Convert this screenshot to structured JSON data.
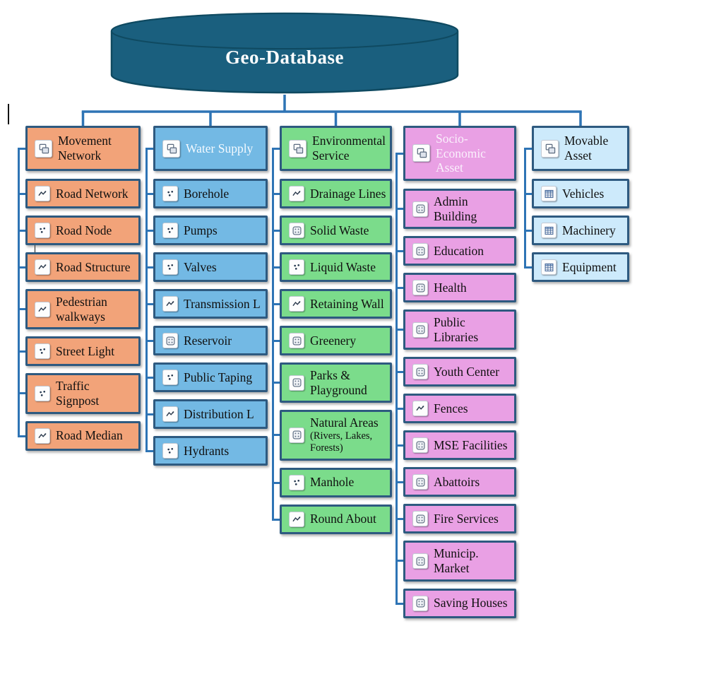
{
  "title": "Geo-Database",
  "colors": {
    "cylinder_fill": "#1A5F7E",
    "cylinder_stroke": "#0F4A61",
    "connector": "#2E74B5",
    "box_border": "#2E5A80"
  },
  "columns": [
    {
      "name": "Movement Network",
      "fill": "#F2A379",
      "header": {
        "label": "Movement Network",
        "icon": "layers-icon",
        "text_color": "#101010"
      },
      "items": [
        {
          "label": "Road Network",
          "icon": "line-icon"
        },
        {
          "label": "Road Node",
          "icon": "point-icon"
        },
        {
          "label": "Road Structure",
          "icon": "line-icon"
        },
        {
          "label": "Pedestrian walkways",
          "icon": "line-icon"
        },
        {
          "label": "Street Light",
          "icon": "point-icon"
        },
        {
          "label": "Traffic Signpost",
          "icon": "point-icon"
        },
        {
          "label": "Road Median",
          "icon": "line-icon"
        }
      ]
    },
    {
      "name": "Water Supply",
      "fill": "#73B9E4",
      "header": {
        "label": "Water Supply",
        "icon": "layers-icon",
        "text_color": "#F4FAFF"
      },
      "items": [
        {
          "label": "Borehole",
          "icon": "point-icon"
        },
        {
          "label": "Pumps",
          "icon": "point-icon"
        },
        {
          "label": "Valves",
          "icon": "point-icon"
        },
        {
          "label": "Transmission L",
          "icon": "line-icon"
        },
        {
          "label": "Reservoir",
          "icon": "polygon-icon"
        },
        {
          "label": "Public Taping",
          "icon": "point-icon"
        },
        {
          "label": "Distribution L",
          "icon": "line-icon"
        },
        {
          "label": "Hydrants",
          "icon": "point-icon"
        }
      ]
    },
    {
      "name": "Environmental Service",
      "fill": "#7BDC8B",
      "header": {
        "label": "Environmental Service",
        "icon": "layers-icon",
        "text_color": "#101010"
      },
      "items": [
        {
          "label": "Drainage Lines",
          "icon": "line-icon"
        },
        {
          "label": "Solid Waste",
          "icon": "polygon-icon"
        },
        {
          "label": "Liquid Waste",
          "icon": "point-icon"
        },
        {
          "label": "Retaining Wall",
          "icon": "line-icon"
        },
        {
          "label": "Greenery",
          "icon": "polygon-icon"
        },
        {
          "label": "Parks & Playground",
          "icon": "polygon-icon"
        },
        {
          "label": "Natural Areas",
          "sub": "(Rivers, Lakes, Forests)",
          "icon": "polygon-icon"
        },
        {
          "label": "Manhole",
          "icon": "point-icon"
        },
        {
          "label": "Round About",
          "icon": "line-icon"
        }
      ]
    },
    {
      "name": "Socio-Economic Asset",
      "fill": "#E9A0E4",
      "header": {
        "label": "Socio-Economic Asset",
        "icon": "layers-icon",
        "text_color": "#FAF0FC"
      },
      "items": [
        {
          "label": "Admin Building",
          "icon": "polygon-icon"
        },
        {
          "label": "Education",
          "icon": "polygon-icon"
        },
        {
          "label": "Health",
          "icon": "polygon-icon"
        },
        {
          "label": "Public Libraries",
          "icon": "polygon-icon"
        },
        {
          "label": "Youth Center",
          "icon": "polygon-icon"
        },
        {
          "label": "Fences",
          "icon": "line-icon"
        },
        {
          "label": "MSE Facilities",
          "icon": "polygon-icon"
        },
        {
          "label": "Abattoirs",
          "icon": "polygon-icon"
        },
        {
          "label": "Fire Services",
          "icon": "polygon-icon"
        },
        {
          "label": "Municip. Market",
          "icon": "polygon-icon"
        },
        {
          "label": "Saving Houses",
          "icon": "polygon-icon"
        }
      ]
    },
    {
      "name": "Movable Asset",
      "fill": "#CDEAFB",
      "header": {
        "label": "Movable Asset",
        "icon": "layers-icon",
        "text_color": "#101010"
      },
      "items": [
        {
          "label": "Vehicles",
          "icon": "table-icon"
        },
        {
          "label": "Machinery",
          "icon": "table-icon"
        },
        {
          "label": "Equipment",
          "icon": "table-icon"
        }
      ]
    }
  ]
}
